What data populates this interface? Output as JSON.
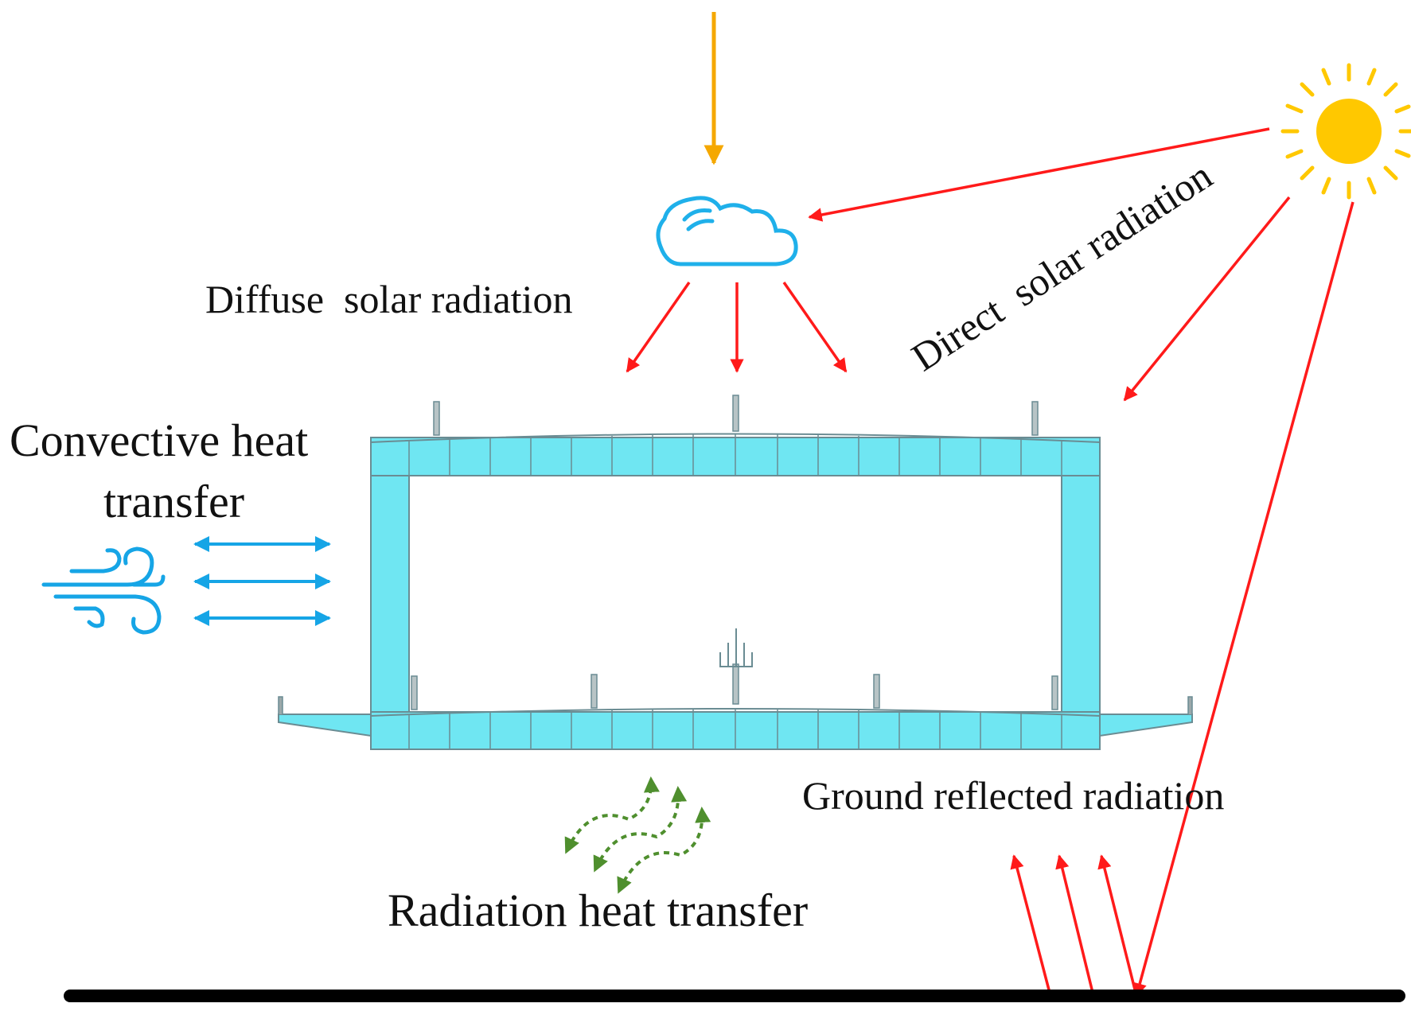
{
  "labels": {
    "diffuse": "Diffuse  solar radiation",
    "direct": "Direct  solar radiation",
    "convective_line1": "Convective heat",
    "convective_line2": "transfer",
    "ground_reflected": "Ground reflected radiation",
    "radiation_heat": "Radiation heat transfer"
  },
  "icons": {
    "sun": "sun-icon",
    "cloud": "cloud-icon",
    "wind": "wind-icon"
  },
  "colors": {
    "solar_ray": "#ff1a1a",
    "incoming_arrow": "#f5a800",
    "sun": "#ffc800",
    "cloud": "#1fb0ea",
    "convection": "#16a5e6",
    "radiation_exchange": "#4f8f2e",
    "bridge_fill": "#6fe6f2",
    "bridge_outline": "#6a8c93",
    "ground": "#000000"
  }
}
